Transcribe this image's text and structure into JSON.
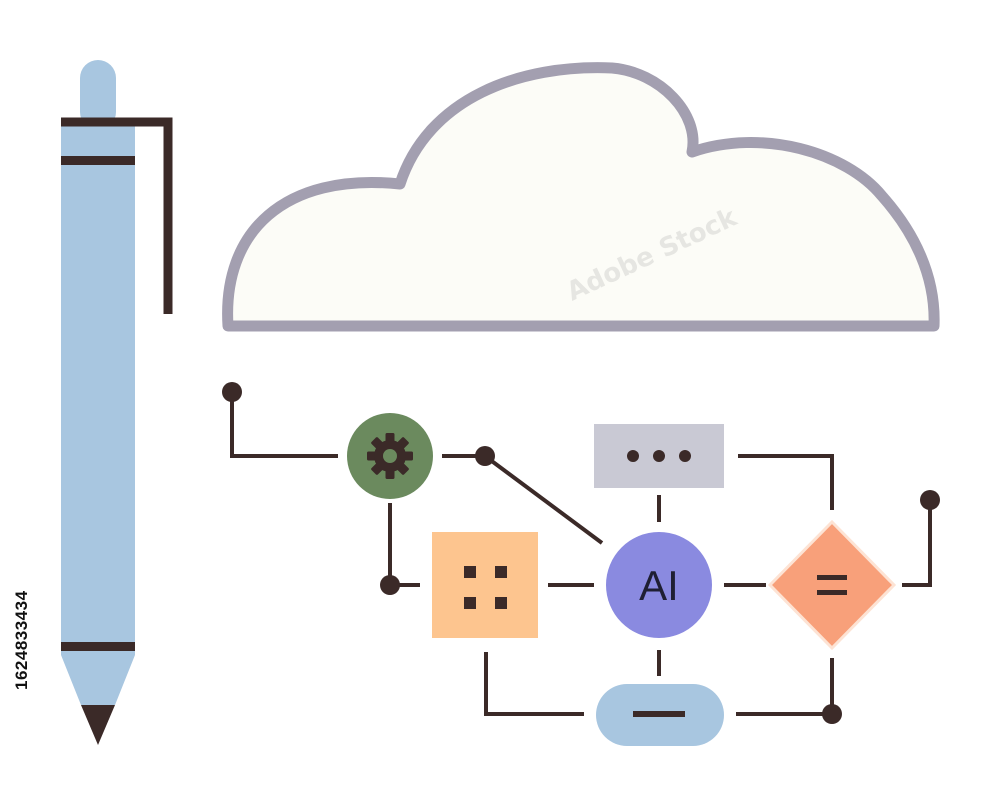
{
  "diagram": {
    "center_node": {
      "label": "AI"
    },
    "colors": {
      "line": "#3b2a28",
      "pen_body": "#a8c6e0",
      "cloud_fill": "#fcfcf7",
      "cloud_stroke": "#a39fb0",
      "gear_node": "#6b8a5e",
      "grid_node": "#fdc58f",
      "dots_node": "#c9c9d4",
      "ai_node": "#8a8ae0",
      "diamond_node": "#f8a07a",
      "pill_node": "#a8c6e0"
    },
    "icons": {
      "gear": "gear-icon",
      "grid": "four-dots-icon",
      "dots": "ellipsis-icon",
      "equals": "equals-icon",
      "minus": "minus-icon"
    }
  },
  "stock_id": "1624833434",
  "watermark_text": "Adobe Stock"
}
